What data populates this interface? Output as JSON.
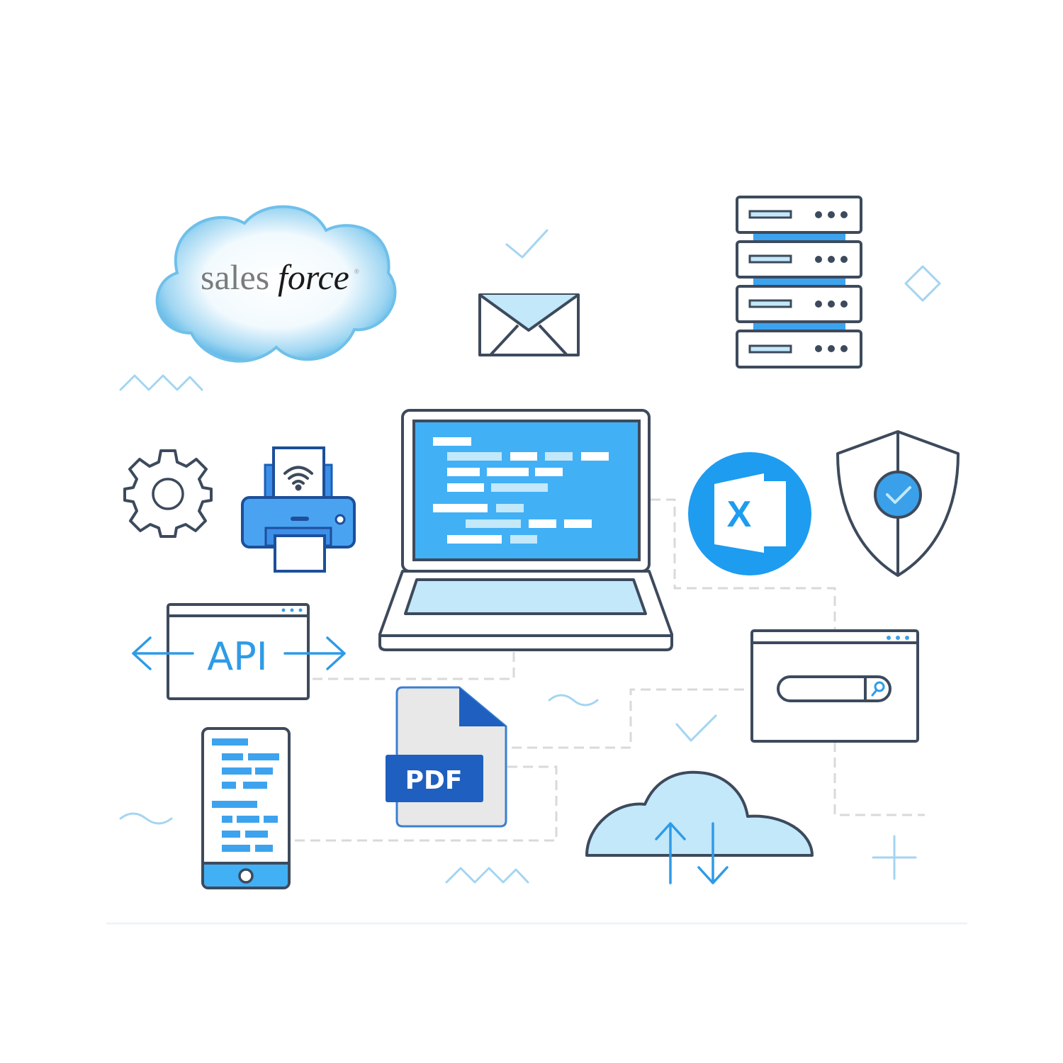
{
  "logo": {
    "part1": "sales",
    "part2": "force",
    "mark": "®"
  },
  "api_window": {
    "label": "API"
  },
  "pdf_file": {
    "label": "PDF"
  },
  "excel_icon": {
    "letter": "X"
  },
  "colors": {
    "outline": "#3d4a5c",
    "screen_blue": "#42b0f5",
    "light_blue": "#c2e8fa",
    "excel_blue": "#1e9cf0",
    "pdf_blue": "#1f5fbf",
    "accent_text": "#2f9be6",
    "connector_gray": "#d9d9d9"
  }
}
